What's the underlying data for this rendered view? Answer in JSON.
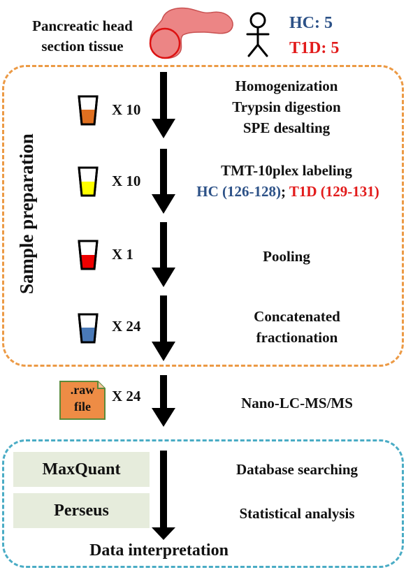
{
  "header": {
    "tissue_label_line1": "Pancreatic head",
    "tissue_label_line2": "section tissue",
    "hc_count": "HC: 5",
    "t1d_count": "T1D: 5"
  },
  "sample_prep": {
    "title": "Sample preparation",
    "steps": [
      {
        "multiplier": "X 10",
        "lines": [
          "Homogenization",
          "Trypsin digestion",
          "SPE desalting"
        ],
        "tube_color": "#e07020"
      },
      {
        "multiplier": "X 10",
        "line1": "TMT-10plex labeling",
        "hc_part": "HC (126-128)",
        "sep": ";",
        "t1d_part": "T1D (129-131)",
        "tube_color": "#ffff00"
      },
      {
        "multiplier": "X 1",
        "lines": [
          "Pooling"
        ],
        "tube_color": "#ee0000"
      },
      {
        "multiplier": "X 24",
        "lines": [
          "Concatenated",
          "fractionation"
        ],
        "tube_color": "#4a7ab8"
      }
    ]
  },
  "ms_step": {
    "file_icon_line1": ".raw",
    "file_icon_line2": "file",
    "multiplier": "X 24",
    "label": "Nano-LC-MS/MS"
  },
  "analysis": {
    "software1": "MaxQuant",
    "software2": "Perseus",
    "label1": "Database searching",
    "label2": "Statistical analysis",
    "footer": "Data interpretation"
  },
  "colors": {
    "orange_dash": "#ec9a45",
    "teal_dash": "#4aacc5",
    "file_fill": "#ee8c45",
    "file_stroke": "#5a8a3a"
  }
}
